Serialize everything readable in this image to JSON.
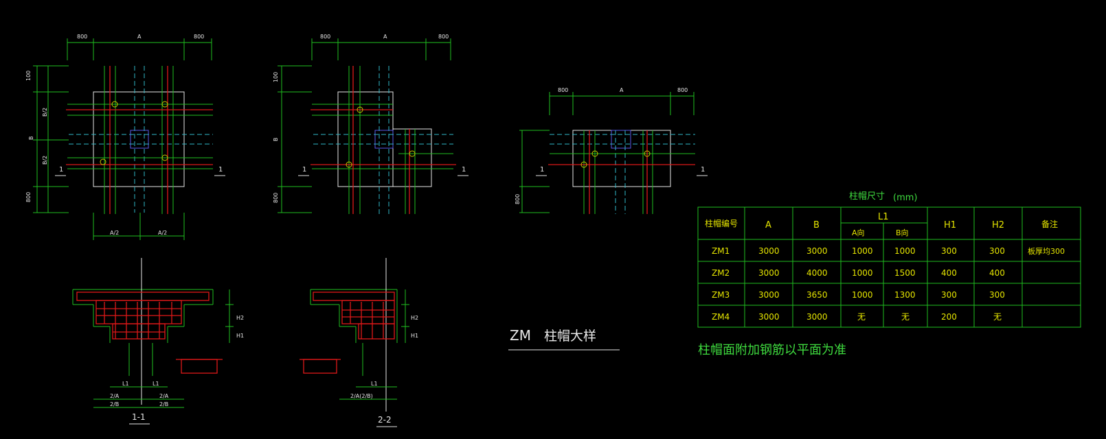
{
  "plan_views": {
    "dims": {
      "side_a": "800",
      "top_a": "A",
      "side_b": "800",
      "left_top": "100",
      "left_mid_a": "B/2",
      "left_b": "B",
      "left_mid_b": "B/2",
      "left_bottom": "800",
      "bottom_a": "A/2",
      "bottom_b": "A/2"
    },
    "cut_mark": "1"
  },
  "sections": {
    "s1": "1-1",
    "s2": "2-2",
    "l1": "L1",
    "h1": "H1",
    "h2": "H2",
    "s1_b1": "2/A",
    "s1_b2": "2/A",
    "s1_c1": "2/B",
    "s1_c2": "2/B",
    "s2_b": "2/A(2/B)"
  },
  "detail_title": {
    "code": "ZM",
    "name": "柱帽大样"
  },
  "table": {
    "title": "柱帽尺寸",
    "unit": "(mm)",
    "headers": {
      "id": "柱帽编号",
      "a": "A",
      "b": "B",
      "l1": "L1",
      "l1a": "A向",
      "l1b": "B向",
      "h1": "H1",
      "h2": "H2",
      "note": "备注"
    },
    "rows": [
      {
        "id": "ZM1",
        "a": "3000",
        "b": "3000",
        "la": "1000",
        "lb": "1000",
        "h1": "300",
        "h2": "300",
        "note": "板厚均300"
      },
      {
        "id": "ZM2",
        "a": "3000",
        "b": "4000",
        "la": "1000",
        "lb": "1500",
        "h1": "400",
        "h2": "400",
        "note": ""
      },
      {
        "id": "ZM3",
        "a": "3000",
        "b": "3650",
        "la": "1000",
        "lb": "1300",
        "h1": "300",
        "h2": "300",
        "note": ""
      },
      {
        "id": "ZM4",
        "a": "3000",
        "b": "3000",
        "la": "无",
        "lb": "无",
        "h1": "200",
        "h2": "无",
        "note": ""
      }
    ]
  },
  "footnote": "柱帽面附加钢筋以平面为准",
  "colors": {
    "background": "#000000",
    "grid": "#1fbf1f",
    "text_yellow": "#e6e600",
    "rebar": "#e01818",
    "axis": "#2fb8c8"
  }
}
